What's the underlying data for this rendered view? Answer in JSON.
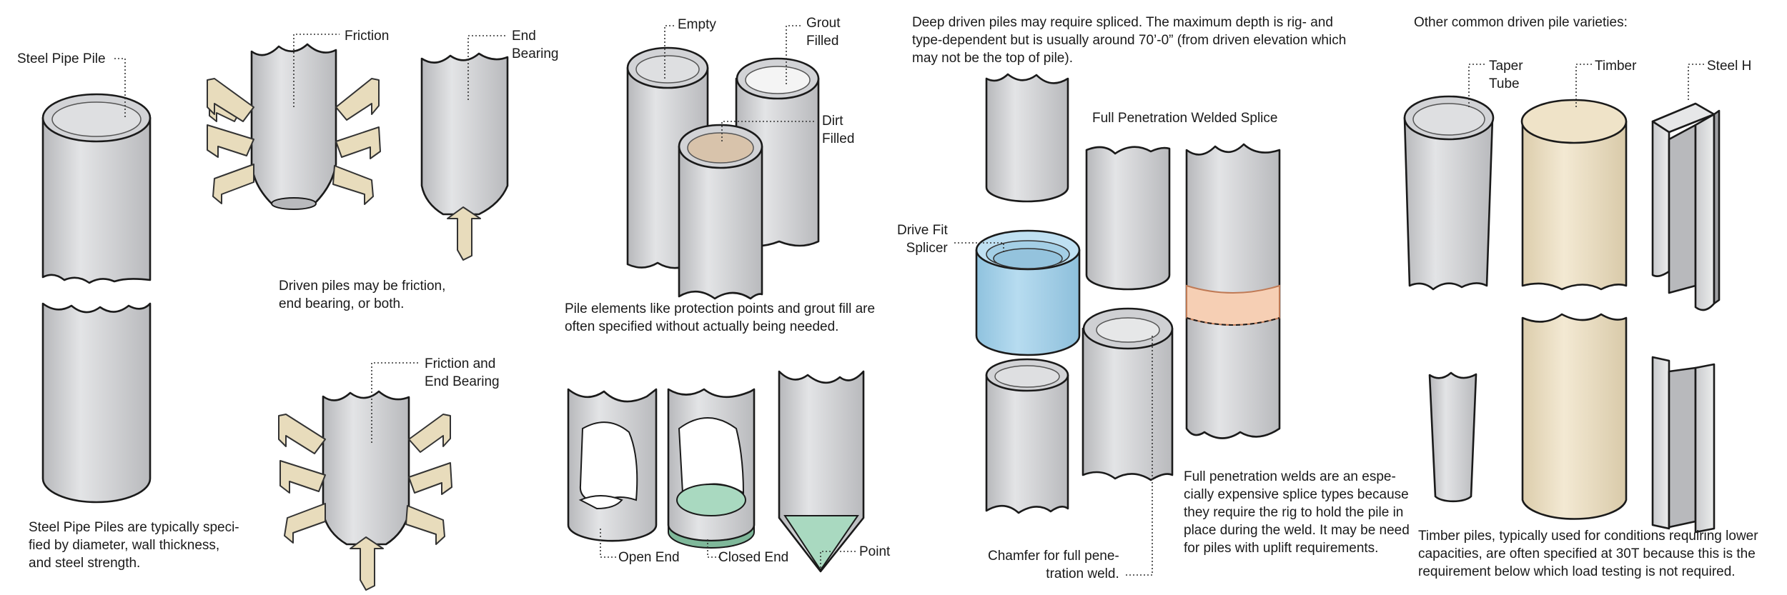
{
  "labels": {
    "steel_pipe_pile": "Steel Pipe Pile",
    "friction": "Friction",
    "end_bearing": "End\nBearing",
    "friction_and_end_bearing": "Friction and\nEnd Bearing",
    "empty": "Empty",
    "grout_filled": "Grout\nFilled",
    "dirt_filled": "Dirt\nFilled",
    "open_end": "Open End",
    "closed_end": "Closed End",
    "point": "Point",
    "full_penetration_welded_splice": "Full Penetration Welded Splice",
    "drive_fit_splicer": "Drive Fit\nSplicer",
    "chamfer": "Chamfer for full pene-\ntration weld.",
    "taper_tube": "Taper\nTube",
    "timber": "Timber",
    "steel_h": "Steel H"
  },
  "notes": {
    "steel_pipe_piles": "Steel Pipe Piles are typically speci-\nfied by diameter, wall thickness,\nand steel strength.",
    "driven_piles": "Driven piles may be friction,\nend bearing, or both.",
    "pile_elements": "Pile elements like protection points and grout fill are\noften specified without actually being needed.",
    "deep_driven": "Deep driven piles may require spliced. The maximum depth is rig- and\ntype-dependent but is usually around 70’-0” (from driven elevation which\nmay not be the top of pile).",
    "full_penetration_welds": "Full penetration welds are an espe-\ncially expensive splice types because\nthey require the rig to hold the pile in\nplace during the weld. It may be need\nfor piles with uplift requirements.",
    "other_varieties": "Other common driven pile varieties:",
    "timber_piles": "Timber piles, typically used for conditions requiring lower\ncapacities, are often specified at 30T because this is the\nrequirement below which load testing is not required."
  },
  "colors": {
    "steel_gray": "#cfd0d3",
    "grout": "#f2f2f2",
    "dirt": "#d8c3ab",
    "splicer_blue": "#a8d4ec",
    "weld_band": "#f6cfb4",
    "closure_green": "#a9d9c0",
    "timber": "#efe3c8",
    "arrow_fill": "#e8dcbc"
  }
}
